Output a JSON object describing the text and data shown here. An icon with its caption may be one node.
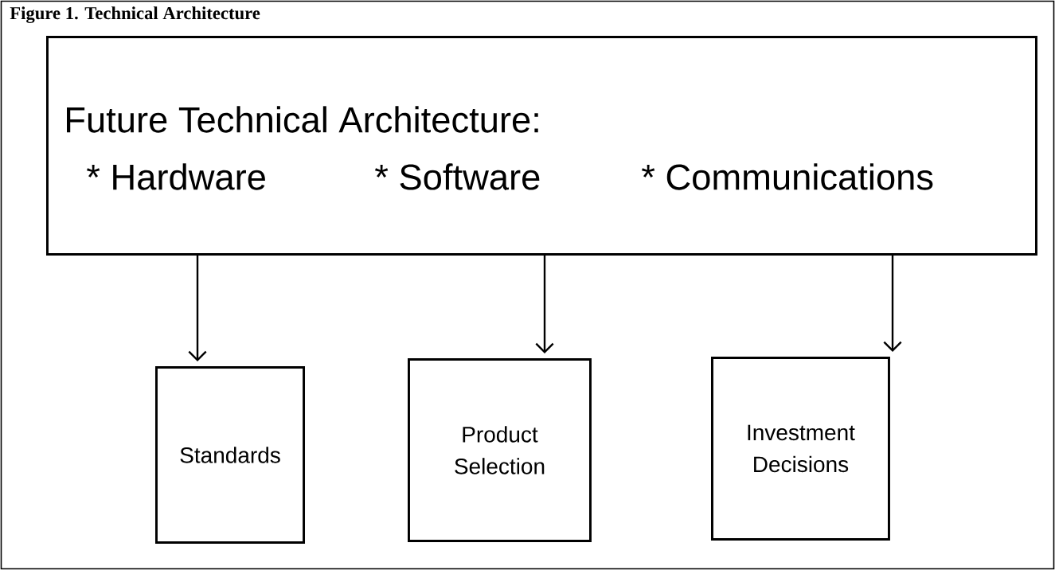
{
  "diagram": {
    "title": "Figure 1. Technical Architecture",
    "nodes": [
      {
        "text": [
          "Future Technical Architecture:",
          "* Hardware",
          "* Software",
          "* Communications"
        ]
      },
      {
        "text": [
          "Standards"
        ]
      },
      {
        "text": [
          "Product Selection"
        ]
      },
      {
        "text": [
          "Investment Decisions"
        ]
      }
    ],
    "edges": [
      {
        "from": 0,
        "to": 1,
        "arrow": "to"
      },
      {
        "from": 0,
        "to": 2,
        "arrow": "to"
      },
      {
        "from": 0,
        "to": 3,
        "arrow": "to"
      }
    ]
  }
}
